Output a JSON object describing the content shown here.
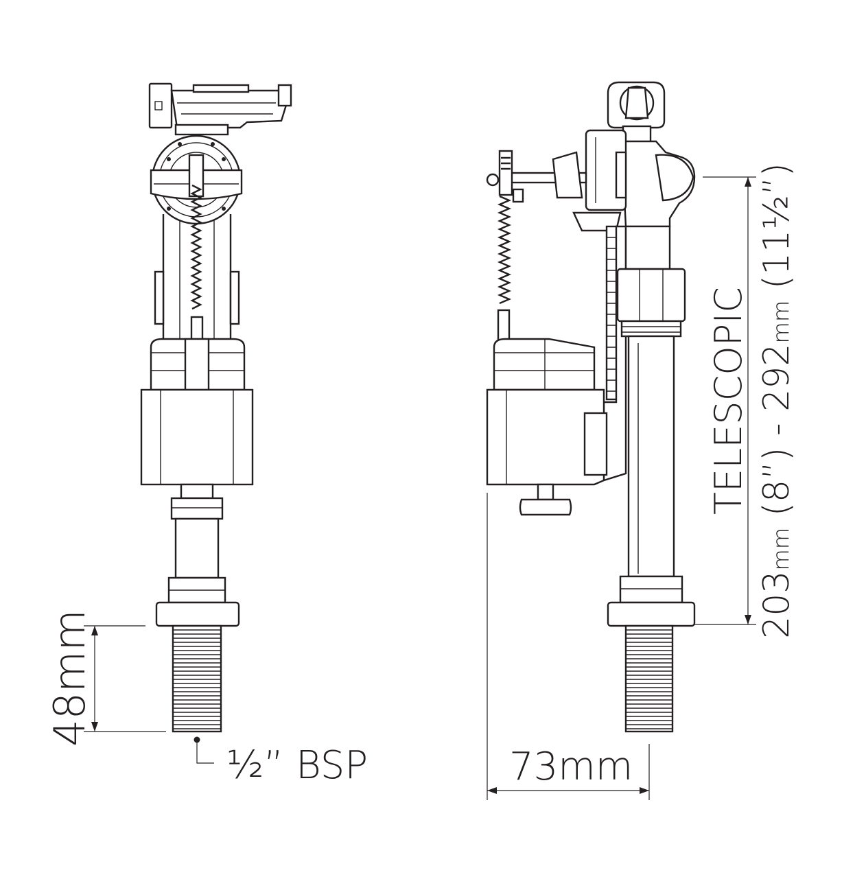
{
  "labels": {
    "thread_length": "48mm",
    "thread_size": "½” BSP",
    "width": "73mm",
    "telescopic_title": "TELESCOPIC",
    "height_range_parts": {
      "min_value": "203",
      "min_unit": "mm",
      "min_imperial": " (8”) - ",
      "max_value": "292",
      "max_unit": "mm",
      "max_imperial": " (11½”)"
    }
  },
  "colors": {
    "ink": "#231f20",
    "background": "#ffffff"
  }
}
